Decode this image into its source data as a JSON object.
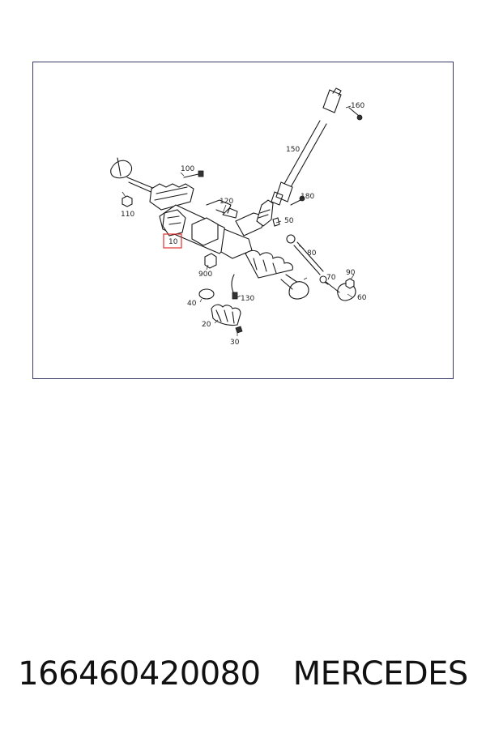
{
  "diagram": {
    "highlight_color": "#e03030",
    "callouts": {
      "c10": "10",
      "c20": "20",
      "c30": "30",
      "c40": "40",
      "c50": "50",
      "c60": "60",
      "c70": "70",
      "c80": "80",
      "c90": "90",
      "c100": "100",
      "c110": "110",
      "c120": "120",
      "c130": "130",
      "c150": "150",
      "c160": "160",
      "c180": "180",
      "c900": "900"
    }
  },
  "footer": {
    "part_number": "166460420080",
    "brand": "MERCEDES"
  }
}
